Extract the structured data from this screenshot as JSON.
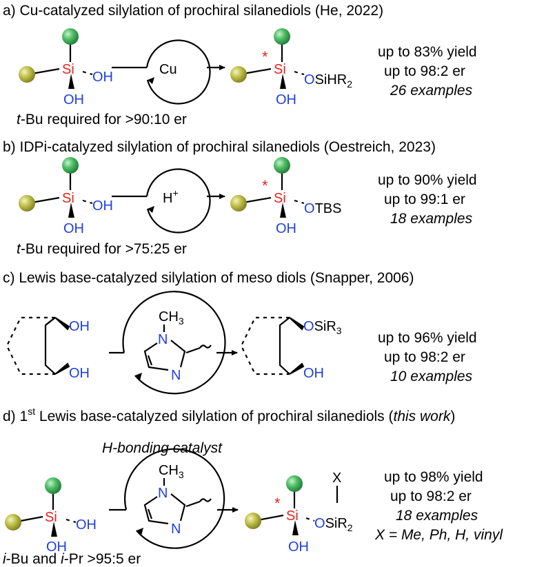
{
  "panel_a": {
    "header": "a) Cu-catalyzed silylation of prochiral silanediols (He, 2022)",
    "catalyst": "Cu",
    "si": "Si",
    "oh_right": "OH",
    "oh_bottom": "OH",
    "asterisk": "*",
    "o_product": "O",
    "silyl_product": "SiHR",
    "silyl_sub": "2",
    "note_prefix": "t",
    "note_rest": "-Bu required for >90:10 er",
    "yield": "up to 83% yield",
    "er": "up to 98:2 er",
    "examples": "26 examples"
  },
  "panel_b": {
    "header": "b) IDPi-catalyzed silylation of prochiral silanediols (Oestreich, 2023)",
    "catalyst": "H",
    "catalyst_sup": "+",
    "si": "Si",
    "oh_right": "OH",
    "oh_bottom": "OH",
    "asterisk": "*",
    "o_product": "O",
    "silyl_product": "TBS",
    "note_prefix": "t",
    "note_rest": "-Bu required for >75:25 er",
    "yield": "up to 90% yield",
    "er": "up to 99:1 er",
    "examples": "18 examples"
  },
  "panel_c": {
    "header": "c) Lewis base-catalyzed silylation of meso diols (Snapper, 2006)",
    "oh_top": "OH",
    "oh_bottom": "OH",
    "ch3": "CH",
    "ch3_sub": "3",
    "n_top": "N",
    "n_bottom": "N",
    "o_product": "O",
    "silyl_product": "SiR",
    "silyl_sub": "3",
    "oh_product": "OH",
    "yield": "up to 96% yield",
    "er": "up to 98:2 er",
    "examples": "10 examples"
  },
  "panel_d": {
    "header_pre": "d) 1",
    "header_sup": "st",
    "header_mid": " Lewis base-catalyzed silylation of prochiral silanediols (",
    "header_italic": "this work",
    "header_end": ")",
    "catalyst_label": "H-bonding catalyst",
    "ch3": "CH",
    "ch3_sub": "3",
    "n_top": "N",
    "n_bottom": "N",
    "si": "Si",
    "oh_right": "OH",
    "oh_bottom": "OH",
    "asterisk": "*",
    "x_label": "X",
    "o_product": "O",
    "silyl_product": "SiR",
    "silyl_sub": "2",
    "note_p1": "i",
    "note_p2": "-Bu and ",
    "note_p3": "i",
    "note_p4": "-Pr >95:5 er",
    "yield": "up to 98% yield",
    "er": "up to 98:2 er",
    "examples": "18 examples",
    "x_values": "X = Me, Ph, H, vinyl"
  },
  "colors": {
    "silicon": "#e8231b",
    "oxygen_nitrogen": "#1f3fe0",
    "green_ball": "#3fae5a",
    "olive_ball": "#b6b640"
  }
}
